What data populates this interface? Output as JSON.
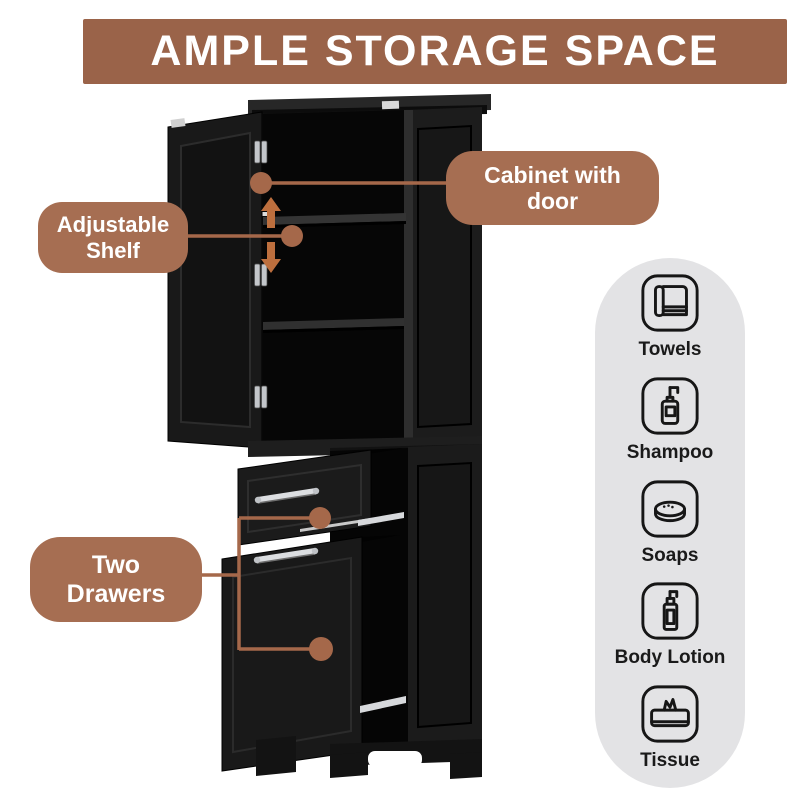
{
  "banner": {
    "title": "AMPLE STORAGE SPACE"
  },
  "callouts": [
    {
      "id": "cabinet-with-door",
      "label": "Cabinet with door"
    },
    {
      "id": "adjustable-shelf",
      "label": "Adjustable Shelf"
    },
    {
      "id": "two-drawers",
      "label": "Two Drawers"
    }
  ],
  "features": {
    "items": [
      {
        "icon": "towel-icon",
        "label": "Towels"
      },
      {
        "icon": "shampoo-icon",
        "label": "Shampoo"
      },
      {
        "icon": "soap-icon",
        "label": "Soaps"
      },
      {
        "icon": "lotion-icon",
        "label": "Body Lotion"
      },
      {
        "icon": "tissue-icon",
        "label": "Tissue"
      }
    ]
  },
  "colors": {
    "banner_bg": "#9a6349",
    "callout_bg": "#a66e52",
    "leader_line": "#a5684a",
    "pointer_dot": "#a5684a",
    "arrow": "#bd6f3e",
    "pill_bg": "#e3e3e5",
    "cabinet_black": "#141414",
    "chrome": "#d6d8da",
    "text_light": "#ffffff",
    "text_dark": "#1a1a1a"
  }
}
